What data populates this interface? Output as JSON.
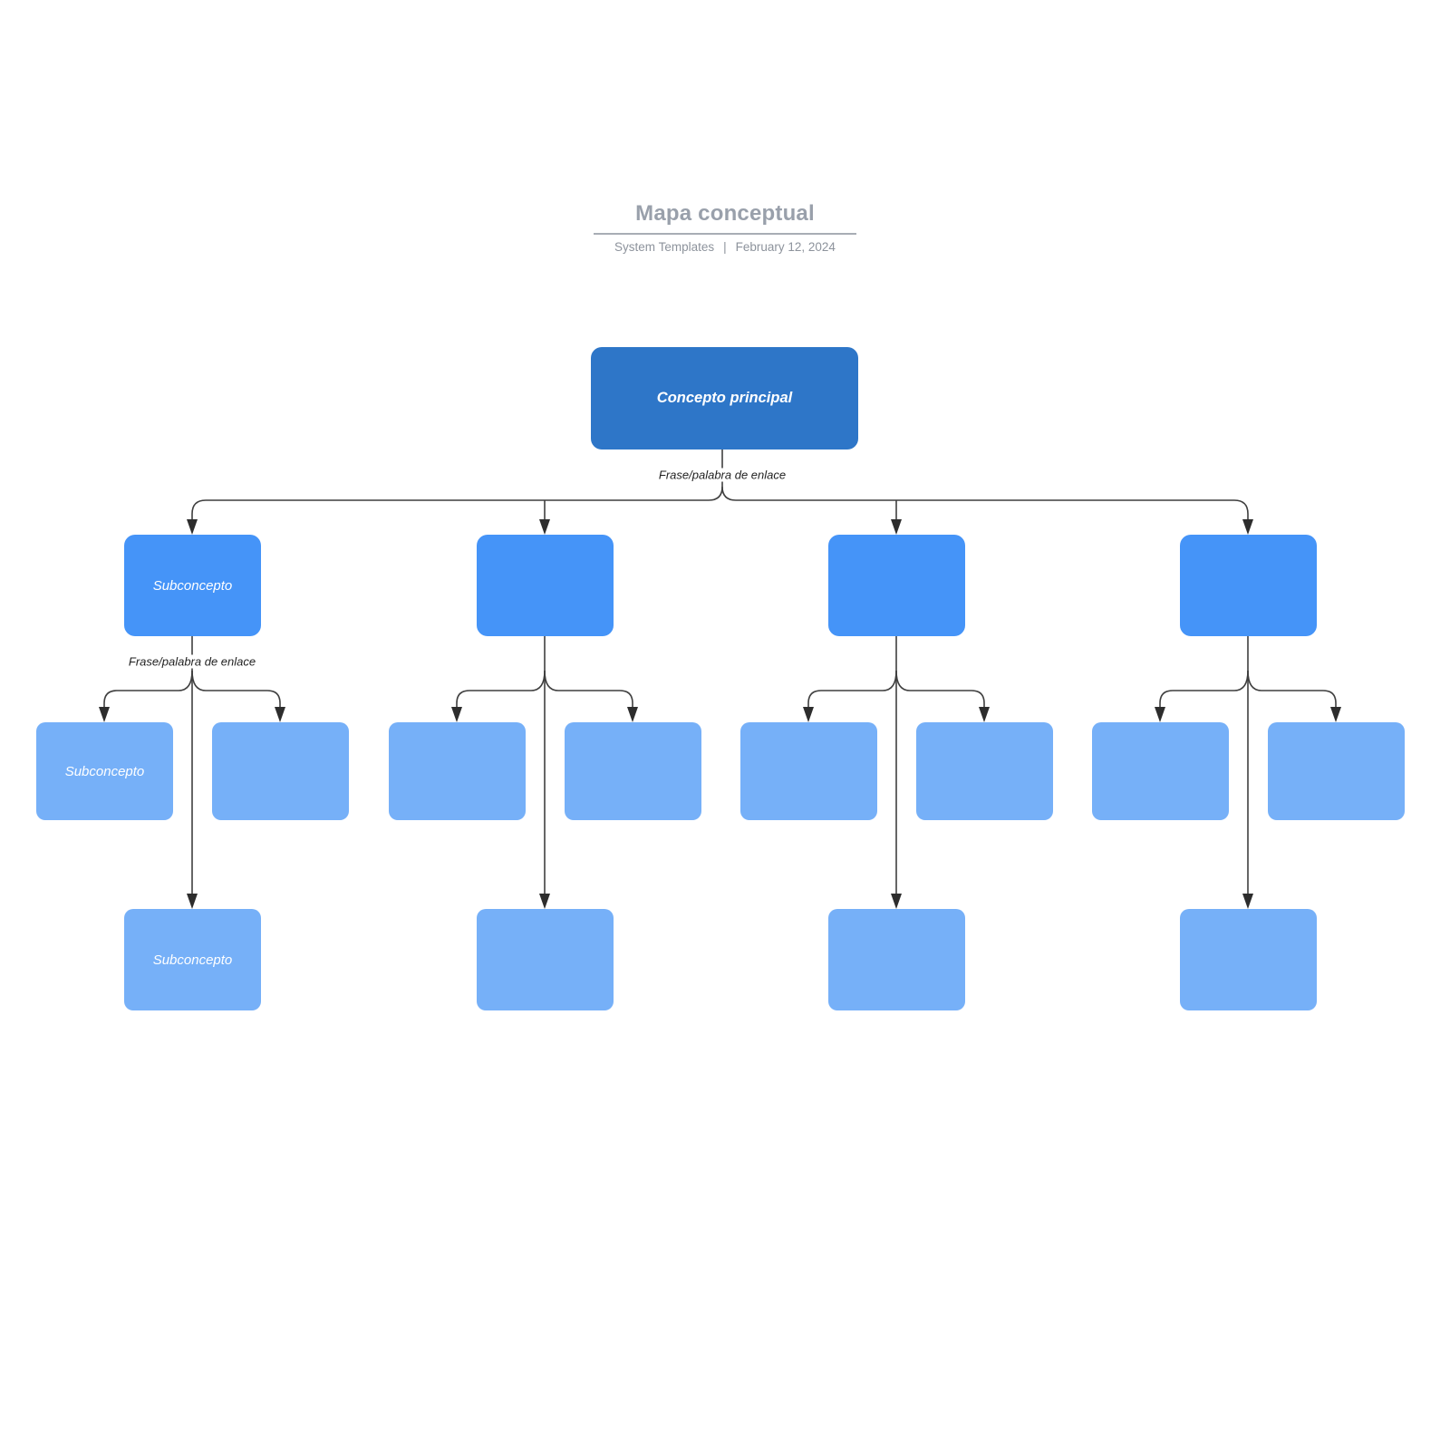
{
  "header": {
    "title": "Mapa conceptual",
    "author": "System Templates",
    "separator": "|",
    "date": "February 12, 2024"
  },
  "colors": {
    "rootFill": "#2e76c8",
    "level2Fill": "#4594f8",
    "level3Fill": "#76b0f8",
    "connector": "#3f3f3f",
    "arrow": "#2d2d2d",
    "nodeText": "#ffffff",
    "labelText": "#1f1f1f",
    "titleText": "#99a0ab",
    "bylineText": "#8d939c",
    "underline": "#a8adb5"
  },
  "diagram": {
    "root": {
      "label": "Concepto principal"
    },
    "root_link_label": "Frase/palabra de enlace",
    "branches": [
      {
        "node": {
          "label": "Subconcepto"
        },
        "link_label": "Frase/palabra de enlace",
        "children": [
          {
            "label": "Subconcepto"
          },
          {
            "label": ""
          }
        ],
        "bottom": {
          "label": "Subconcepto"
        }
      },
      {
        "node": {
          "label": ""
        },
        "link_label": "",
        "children": [
          {
            "label": ""
          },
          {
            "label": ""
          }
        ],
        "bottom": {
          "label": ""
        }
      },
      {
        "node": {
          "label": ""
        },
        "link_label": "",
        "children": [
          {
            "label": ""
          },
          {
            "label": ""
          }
        ],
        "bottom": {
          "label": ""
        }
      },
      {
        "node": {
          "label": ""
        },
        "link_label": "",
        "children": [
          {
            "label": ""
          },
          {
            "label": ""
          }
        ],
        "bottom": {
          "label": ""
        }
      }
    ]
  }
}
